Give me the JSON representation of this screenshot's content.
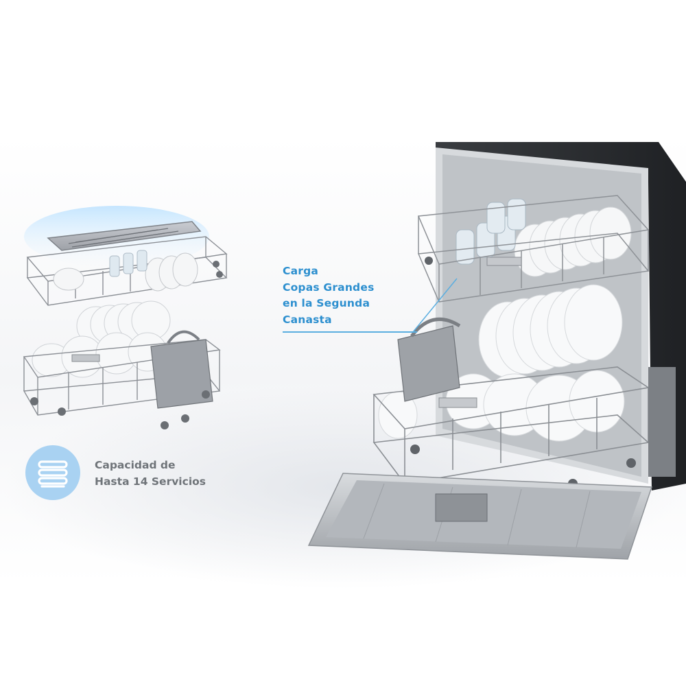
{
  "callout": {
    "lines": [
      "Carga",
      "Copas Grandes",
      "en la Segunda",
      "Canasta"
    ],
    "color": "#2c8fcf"
  },
  "capacity": {
    "icon": "stacked-plates-icon",
    "icon_bg": "#a9d2f2",
    "lines": [
      "Capacidad de",
      "Hasta 14 Servicios"
    ],
    "color": "#6f7479"
  }
}
